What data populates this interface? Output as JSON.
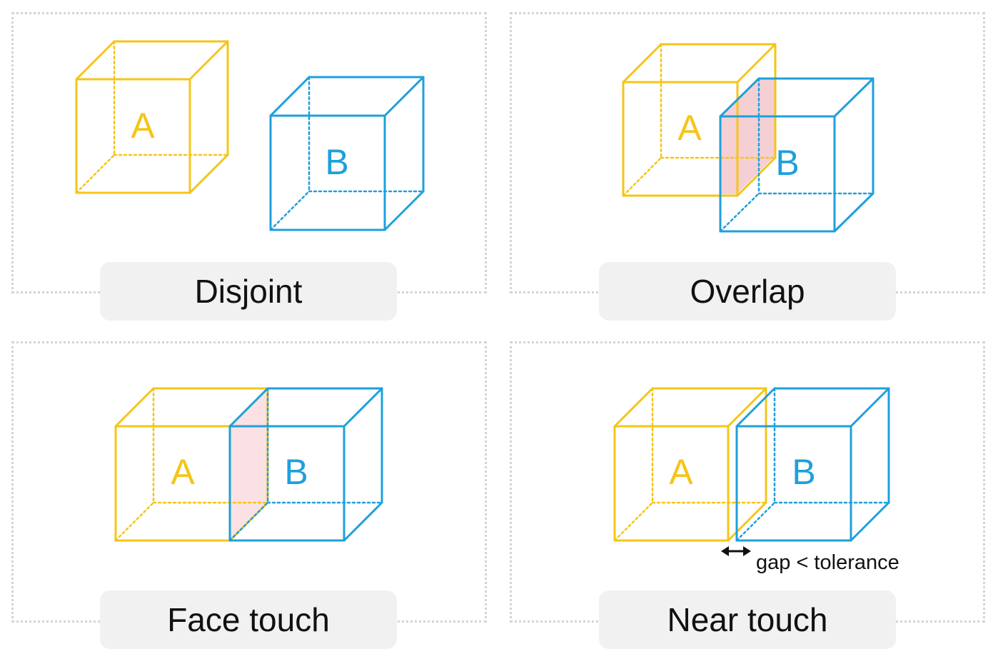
{
  "colors": {
    "a": "#f5c518",
    "b": "#1ea0dc",
    "contact": "#f2c8cc",
    "panel_border": "#d4d4d4",
    "caption_bg": "#f1f1f1"
  },
  "panels": [
    {
      "caption": "Disjoint",
      "label_a": "A",
      "label_b": "B"
    },
    {
      "caption": "Overlap",
      "label_a": "A",
      "label_b": "B"
    },
    {
      "caption": "Face touch",
      "label_a": "A",
      "label_b": "B"
    },
    {
      "caption": "Near touch",
      "label_a": "A",
      "label_b": "B",
      "note": "gap < tolerance"
    }
  ]
}
